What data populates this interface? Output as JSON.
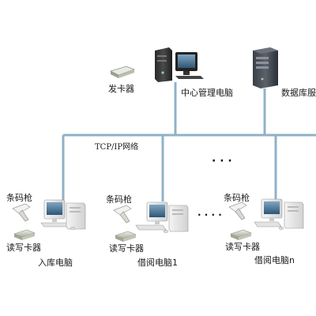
{
  "network": {
    "label": "TCP/IP网络",
    "ellipsis": "· · ·",
    "line_color": "#8fb2c8"
  },
  "center": {
    "card_issuer_label": "发卡器",
    "pc_label": "中心管理电脑",
    "db_label": "数据库服"
  },
  "stations": [
    {
      "name": "入库电脑",
      "scanner_label": "条码枪",
      "reader_label": "读写卡器"
    },
    {
      "name": "借阅电脑1",
      "scanner_label": "条码枪",
      "reader_label": "读写卡器"
    },
    {
      "name": "借阅电脑n",
      "scanner_label": "条码枪",
      "reader_label": "读写卡器"
    }
  ],
  "stations_ellipsis": "· · · ·"
}
